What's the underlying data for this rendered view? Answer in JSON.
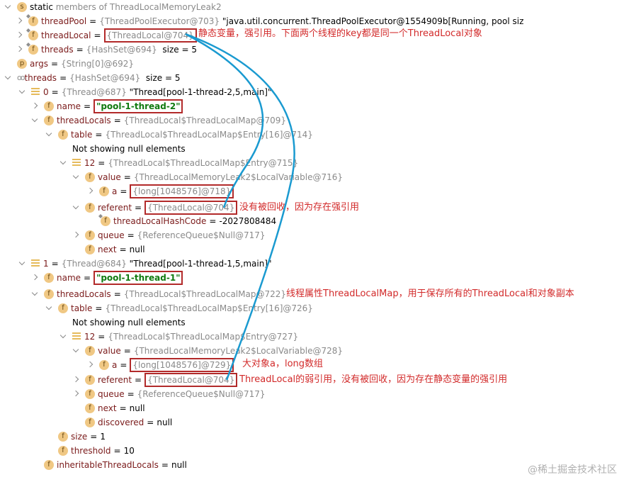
{
  "tree": {
    "static_header": {
      "icon": "s",
      "label": "static",
      "rest": "members of ThreadLocalMemoryLeak2"
    },
    "threadPool": {
      "name": "threadPool",
      "ref": "{ThreadPoolExecutor@703}",
      "value": "\"java.util.concurrent.ThreadPoolExecutor@1554909b[Running, pool siz"
    },
    "threadLocal": {
      "name": "threadLocal",
      "ref": "{ThreadLocal@704}"
    },
    "threads_static": {
      "name": "threads",
      "ref": "{HashSet@694}",
      "value": "size = 5"
    },
    "args": {
      "icon": "p",
      "name": "args",
      "ref": "{String[0]@692}"
    },
    "threads": {
      "name": "threads",
      "ref": "{HashSet@694}",
      "value": "size = 5"
    },
    "thread0": {
      "index": "0",
      "ref": "{Thread@687}",
      "value": "\"Thread[pool-1-thread-2,5,main]\"",
      "name_label": "name",
      "name_value": "\"pool-1-thread-2\"",
      "threadLocals_label": "threadLocals",
      "threadLocals_ref": "{ThreadLocal$ThreadLocalMap@709}",
      "table_label": "table",
      "table_ref": "{ThreadLocal$ThreadLocalMap$Entry[16]@714}",
      "null_note": "Not showing null elements",
      "entry_index": "12",
      "entry_ref": "{ThreadLocal$ThreadLocalMap$Entry@715}",
      "value_label": "value",
      "value_ref": "{ThreadLocalMemoryLeak2$LocalVariable@716}",
      "a_label": "a",
      "a_ref": "{long[1048576]@718}",
      "referent_label": "referent",
      "referent_ref": "{ThreadLocal@704}",
      "hash_label": "threadLocalHashCode",
      "hash_value": "-2027808484",
      "queue_label": "queue",
      "queue_ref": "{ReferenceQueue$Null@717}",
      "next_label": "next",
      "next_value": "null"
    },
    "thread1": {
      "index": "1",
      "ref": "{Thread@684}",
      "value": "\"Thread[pool-1-thread-1,5,main]\"",
      "name_label": "name",
      "name_value": "\"pool-1-thread-1\"",
      "threadLocals_label": "threadLocals",
      "threadLocals_ref": "{ThreadLocal$ThreadLocalMap@722}",
      "table_label": "table",
      "table_ref": "{ThreadLocal$ThreadLocalMap$Entry[16]@726}",
      "null_note": "Not showing null elements",
      "entry_index": "12",
      "entry_ref": "{ThreadLocal$ThreadLocalMap$Entry@727}",
      "value_label": "value",
      "value_ref": "{ThreadLocalMemoryLeak2$LocalVariable@728}",
      "a_label": "a",
      "a_ref": "{long[1048576]@729}",
      "referent_label": "referent",
      "referent_ref": "{ThreadLocal@704}",
      "queue_label": "queue",
      "queue_ref": "{ReferenceQueue$Null@717}",
      "next_label": "next",
      "next_value": "null",
      "discovered_label": "discovered",
      "discovered_value": "null",
      "size_label": "size",
      "size_value": "1",
      "threshold_label": "threshold",
      "threshold_value": "10",
      "inheritable_label": "inheritableThreadLocals",
      "inheritable_value": "null"
    }
  },
  "annotations": {
    "static_var": "静态变量，强引用。下面两个线程的key都是同一个ThreadLocal对象",
    "not_collected": "没有被回收，因为存在强引用",
    "thread_map": "线程属性ThreadLocalMap，用于保存所有的ThreadLocal和对象副本",
    "big_object": "大对象a，long数组",
    "weak_ref": "ThreadLocal的弱引用，没有被回收，因为存在静态变量的强引用"
  },
  "colors": {
    "annotation": "#d22a2a",
    "box": "#b22a2a",
    "line": "#1a9ad0",
    "string": "#0f7a0f"
  },
  "watermark": "@稀土掘金技术社区"
}
